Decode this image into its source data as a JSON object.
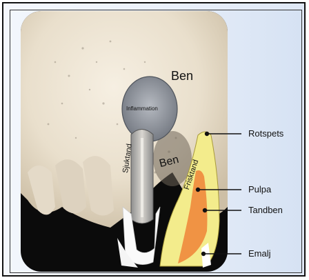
{
  "labels": {
    "ben_top": "Ben",
    "ben_middle": "Ben",
    "inflammation": "Inflammation",
    "sjuktand": "Sjuktand",
    "frisktand": "Frisktand"
  },
  "callouts": [
    {
      "id": "rotspets",
      "text": "Rotspets"
    },
    {
      "id": "pulpa",
      "text": "Pulpa"
    },
    {
      "id": "tandben",
      "text": "Tandben"
    },
    {
      "id": "emalj",
      "text": "Emalj"
    }
  ],
  "colors": {
    "xray_bone": "#efe6d6",
    "xray_dark": "#0b0b0b",
    "inflammation": "#9a9fa8",
    "healthy_tooth": "#f3ec8c",
    "pulp": "#f08a3c",
    "leader_line": "#111111"
  }
}
